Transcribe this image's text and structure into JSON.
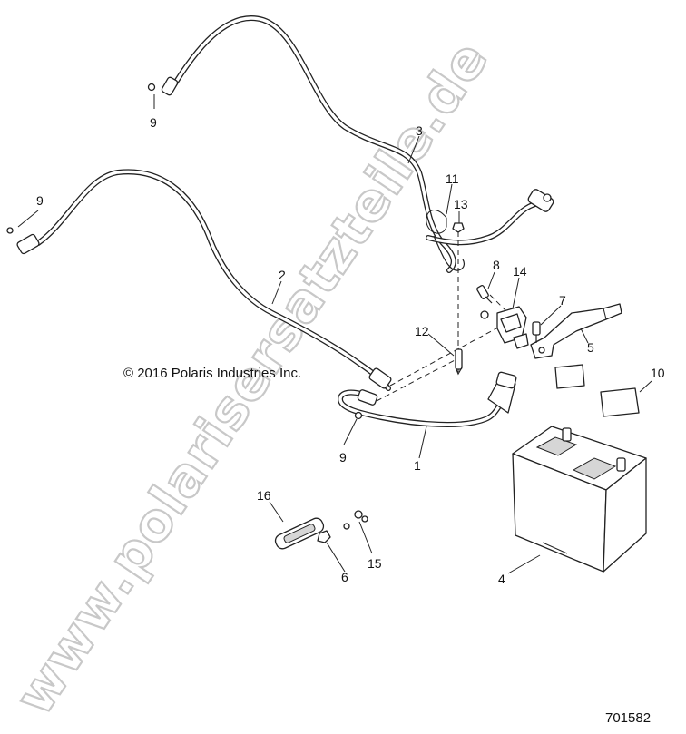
{
  "diagram": {
    "copyright": "© 2016 Polaris Industries Inc.",
    "part_number": "701582",
    "watermark": "www.polarisersatzteile.de",
    "callouts": [
      "1",
      "2",
      "3",
      "4",
      "5",
      "6",
      "7",
      "8",
      "9",
      "9",
      "9",
      "10",
      "11",
      "12",
      "13",
      "14",
      "15",
      "16"
    ]
  }
}
